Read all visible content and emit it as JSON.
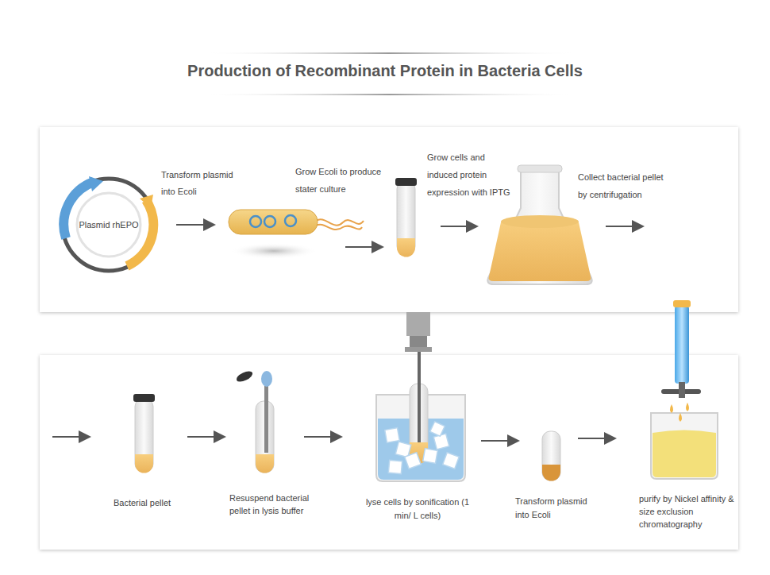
{
  "diagram": {
    "title": "Production of Recombinant Protein in Bacteria Cells",
    "nodes": [
      {
        "text": [
          "Plasmid rhEPO"
        ]
      }
    ],
    "labels": [
      "Transform plasmid into Ecoli",
      "Grow Ecoli to produce stater culture",
      "Grow cells and induced protein expression with IPTG",
      "Collect bacterial pellet by centrifugation",
      "Bacterial pellet",
      "Resuspend bacterial pellet in lysis buffer",
      "lyse cells by sonification (1 min/ L cells)",
      "Transform plasmid into Ecoli",
      "purify by Nickel affinity & size exclusion chromatography"
    ]
  }
}
